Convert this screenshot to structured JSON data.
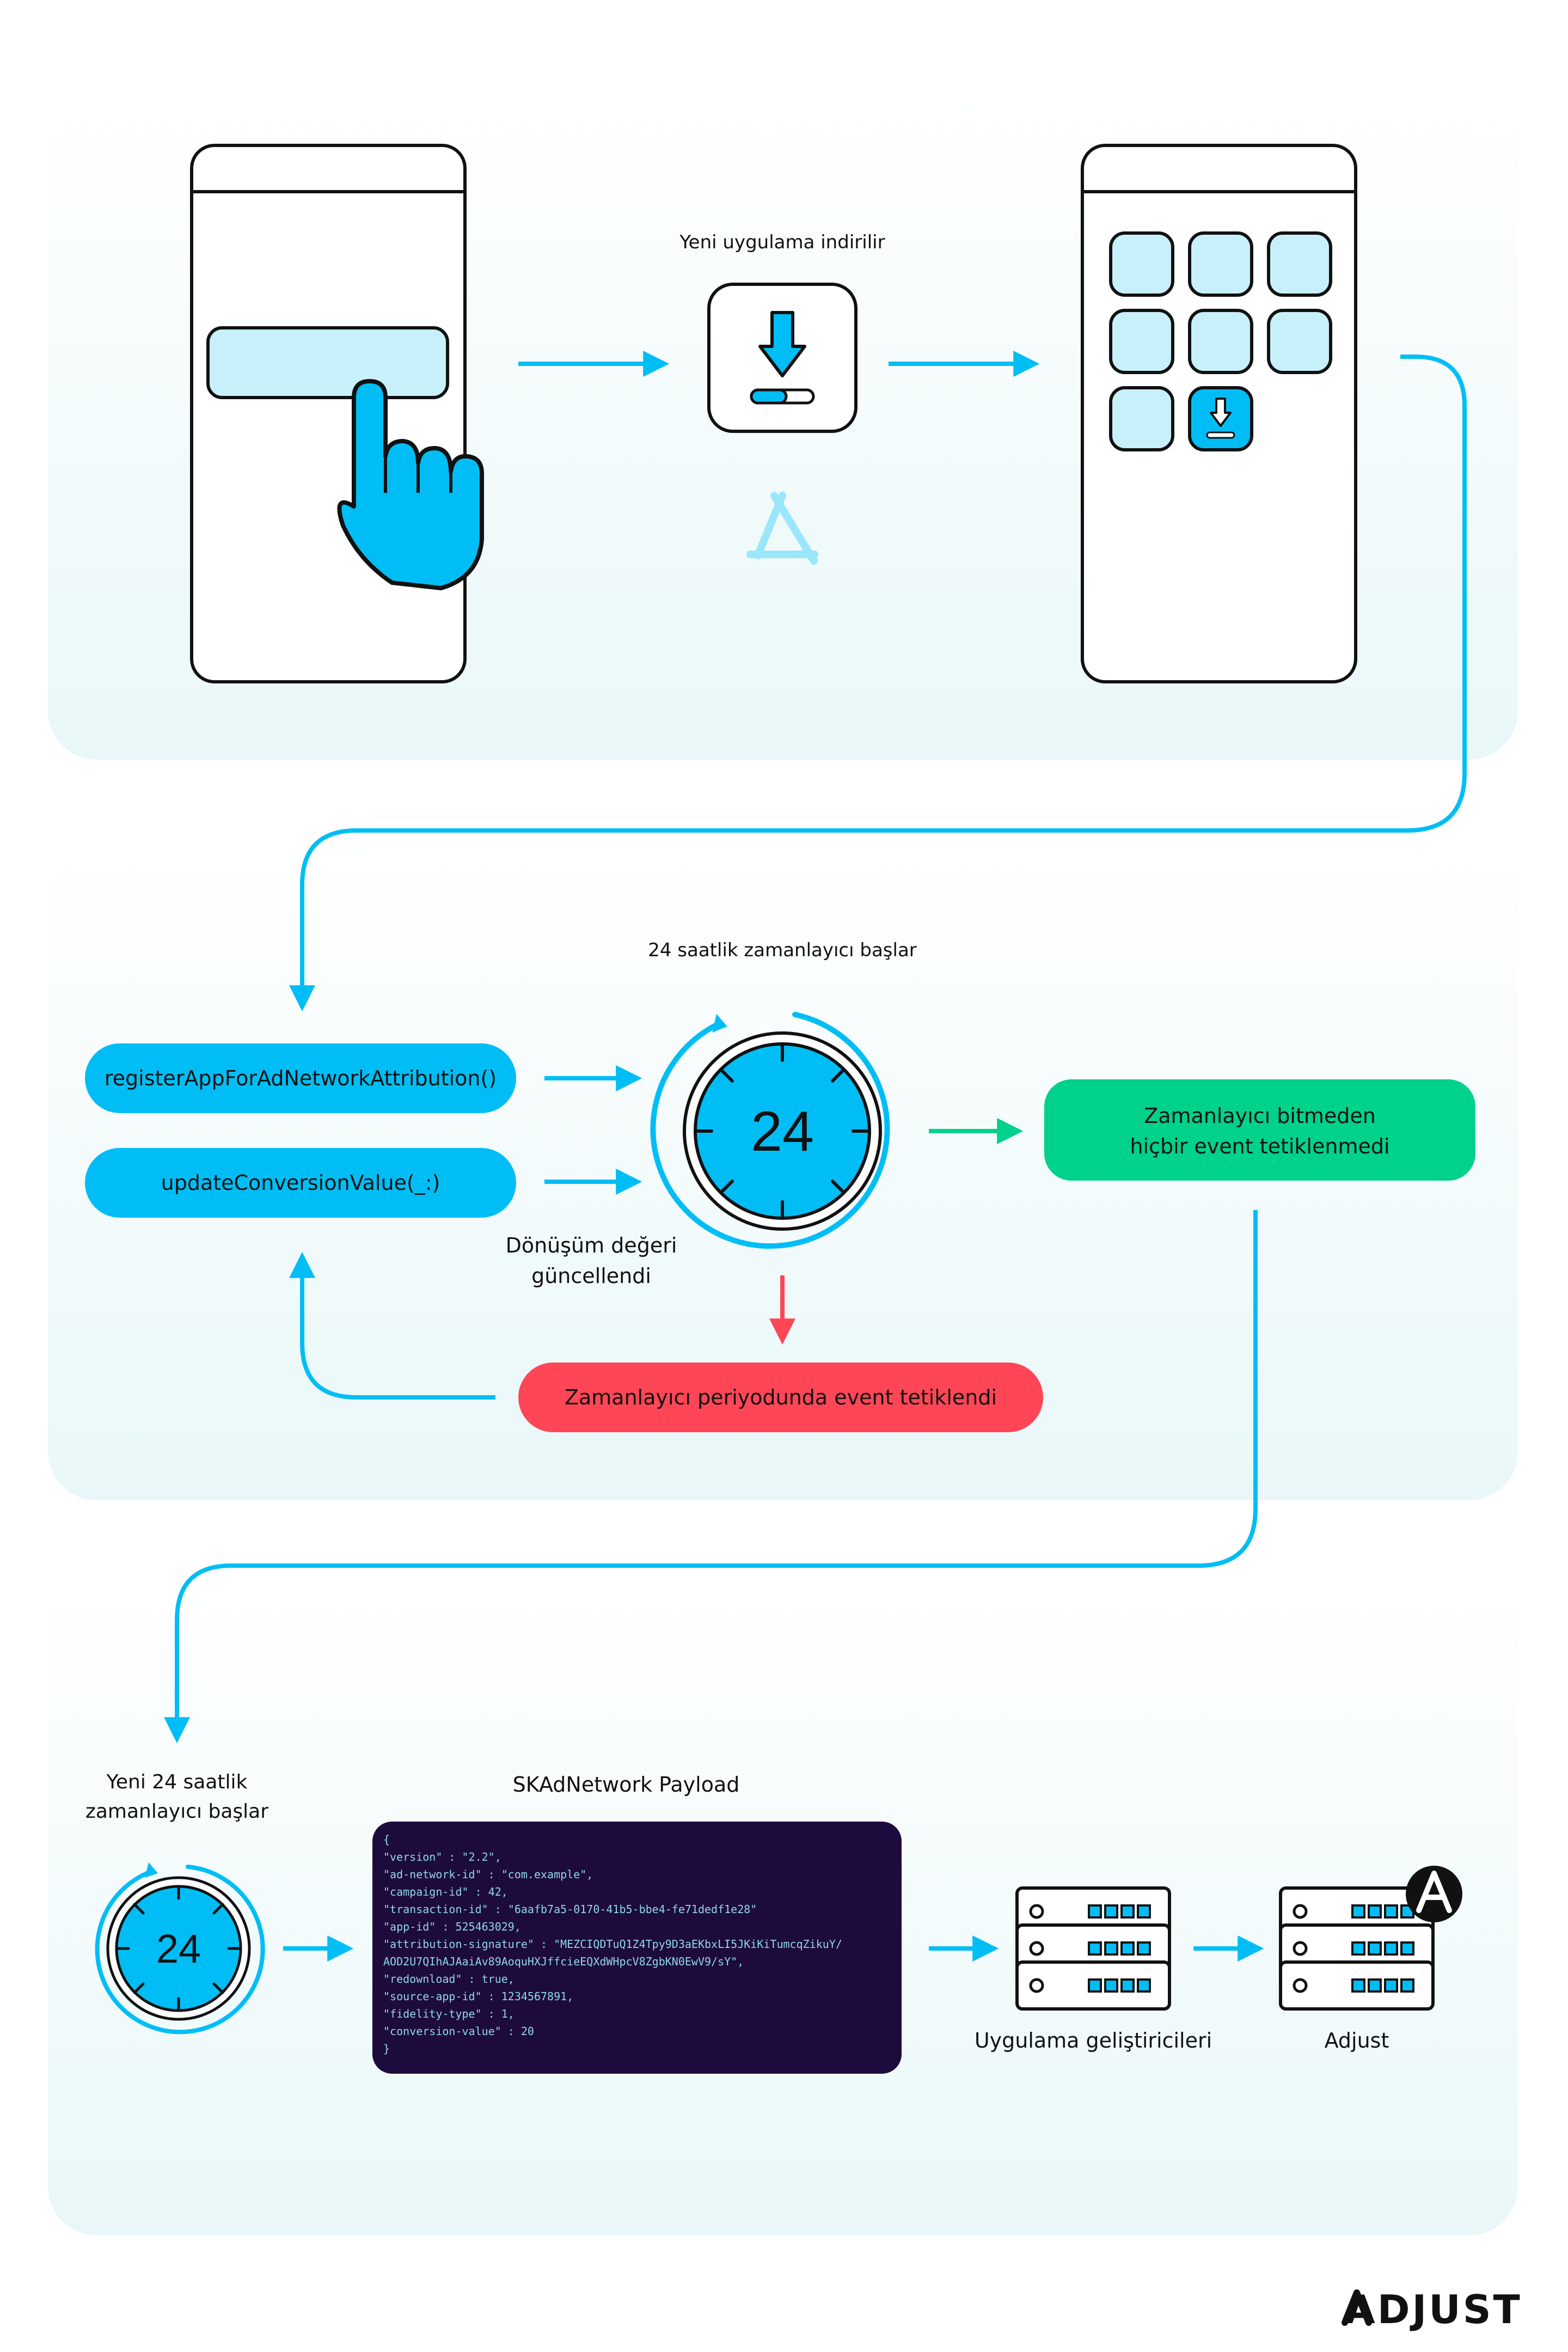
{
  "stage1": {
    "download_label": "Yeni uygulama indirilir"
  },
  "stage2": {
    "timer_label": "24 saatlik zamanlayıcı başlar",
    "timer_value": "24",
    "register_call": "registerAppForAdNetworkAttribution()",
    "update_call": "updateConversionValue(_:)",
    "conversion_note_line1": "Dönüşüm değeri",
    "conversion_note_line2": "güncellendi",
    "no_event_line1": "Zamanlayıcı bitmeden",
    "no_event_line2": "hiçbir event tetiklenmedi",
    "event_triggered": "Zamanlayıcı periyodunda event tetiklendi"
  },
  "stage3": {
    "new_timer_line1": "Yeni 24 saatlik",
    "new_timer_line2": "zamanlayıcı başlar",
    "timer_value": "24",
    "payload_title": "SKAdNetwork Payload",
    "payload_lines": [
      "{",
      "\"version\" : \"2.2\",",
      "\"ad-network-id\" : \"com.example\",",
      "\"campaign-id\" : 42,",
      "\"transaction-id\" : \"6aafb7a5-0170-41b5-bbe4-fe71dedf1e28\"",
      "\"app-id\" : 525463029,",
      "\"attribution-signature\" : \"MEZCIQDTuQ1Z4Tpy9D3aEKbxLI5JKiKiTumcqZikuY/",
      "AOD2U7QIhAJAaiAv89AoquHXJffcieEQXdWHpcV8ZgbKN0EwV9/sY\",",
      "\"redownload\" : true,",
      "\"source-app-id\" : 1234567891,",
      "\"fidelity-type\" : 1,",
      "\"conversion-value\" : 20",
      "}"
    ],
    "developers_label": "Uygulama geliştiricileri",
    "adjust_label": "Adjust"
  },
  "brand": {
    "logo_text": "ADJUST"
  },
  "colors": {
    "panel": "#eef8fa",
    "cyan": "#00bef5",
    "light_cyan": "#c8f0fa",
    "green": "#00d18b",
    "red": "#ff4656",
    "code_bg": "#1e0b3d",
    "dark": "#111111"
  },
  "icons": [
    "hand-pointer-icon",
    "download-icon",
    "app-store-icon",
    "server-icon",
    "adjust-badge-icon",
    "adjust-logo-icon"
  ]
}
